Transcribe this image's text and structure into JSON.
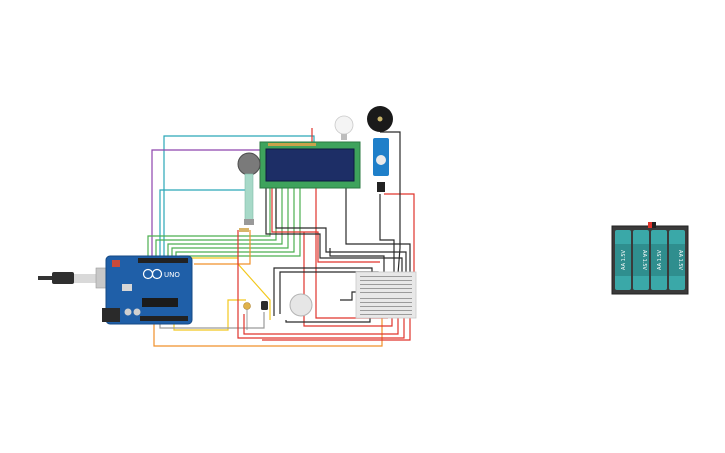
{
  "arduino": {
    "brand_text": "UNO",
    "board_color": "#1f5fa8"
  },
  "battery_pack": {
    "cells": [
      "AA 1.5V",
      "AA 1.5V",
      "AA 1.5V",
      "AA 1.5V"
    ],
    "cell_color": "#3aa8a8"
  },
  "wire_colors": {
    "red": "#e0342c",
    "black": "#2b2b2b",
    "green": "#4caf50",
    "yellow": "#f2c81e",
    "orange": "#f0902a",
    "teal": "#2aa6b8",
    "purple": "#8e44ad",
    "gray": "#9a9a9a"
  }
}
